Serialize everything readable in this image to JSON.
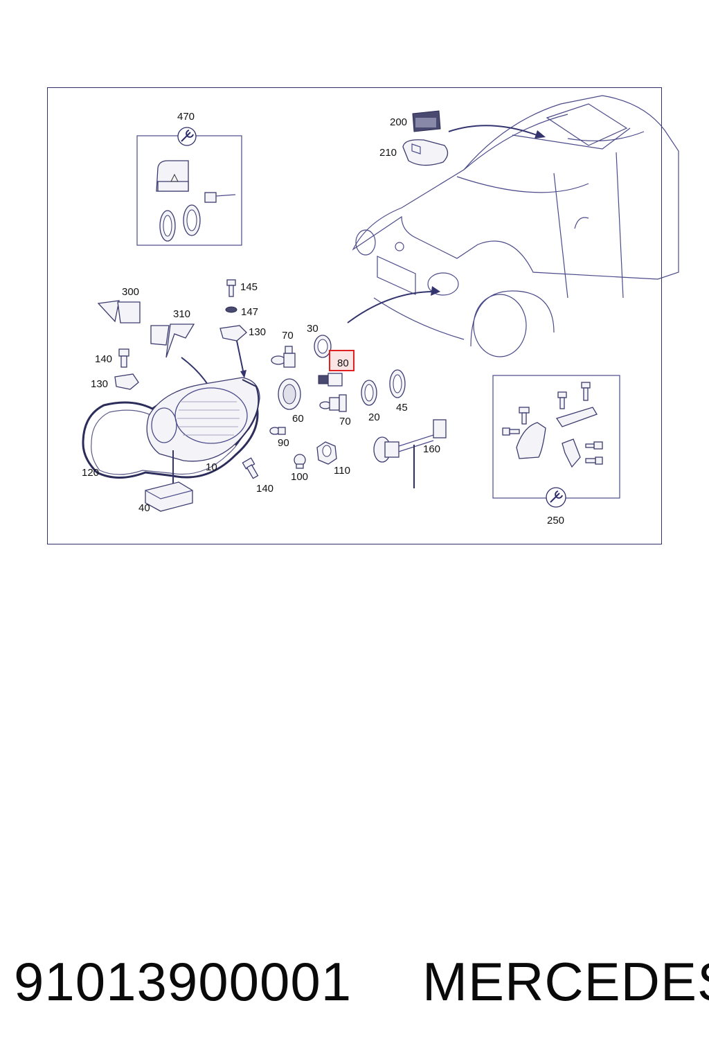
{
  "diagram": {
    "callouts": {
      "c470": "470",
      "c200": "200",
      "c210": "210",
      "c145": "145",
      "c147": "147",
      "c300": "300",
      "c310": "310",
      "c130a": "130",
      "c130b": "130",
      "c140a": "140",
      "c140b": "140",
      "c70a": "70",
      "c70b": "70",
      "c30": "30",
      "c80": "80",
      "c60": "60",
      "c20": "20",
      "c45": "45",
      "c90": "90",
      "c100": "100",
      "c110": "110",
      "c120": "120",
      "c10": "10",
      "c40": "40",
      "c160": "160",
      "c250": "250"
    },
    "highlight_color": "#e02020",
    "line_color": "#2d2d6b"
  },
  "footer": {
    "part_number": "91013900001",
    "brand": "MERCEDES"
  }
}
